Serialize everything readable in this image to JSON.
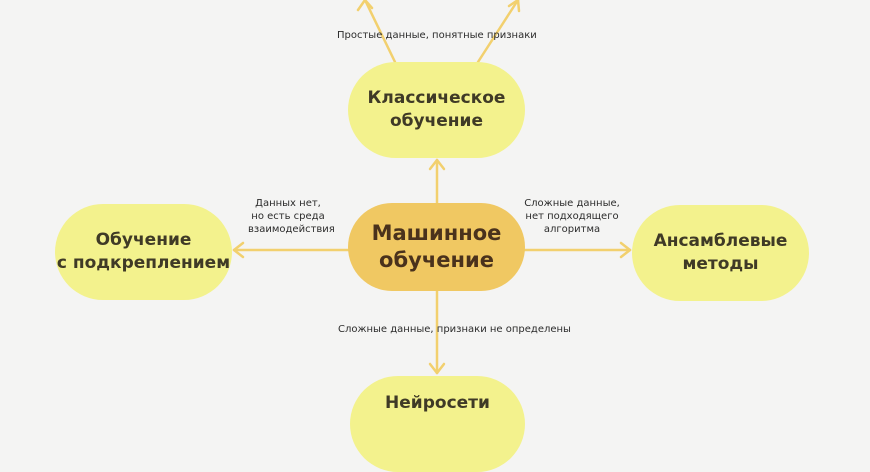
{
  "colors": {
    "background": "#f4f4f3",
    "node": "#f3f28d",
    "center_node": "#f0c862",
    "arrow": "#f2d06e"
  },
  "nodes": {
    "center": [
      "Машинное",
      "обучение"
    ],
    "top": [
      "Классическое",
      "обучение"
    ],
    "left": [
      "Обучение",
      "с подкреплением"
    ],
    "right": [
      "Ансамблевые",
      "методы"
    ],
    "bottom": [
      "Нейросети"
    ]
  },
  "edge_labels": {
    "top": "Простые данные, понятные признаки",
    "left": [
      "Данных нет,",
      "но есть среда",
      "взаимодействия"
    ],
    "right": [
      "Сложные данные,",
      "нет подходящего",
      "алгоритма"
    ],
    "bottom": "Сложные данные, признаки не определены"
  }
}
